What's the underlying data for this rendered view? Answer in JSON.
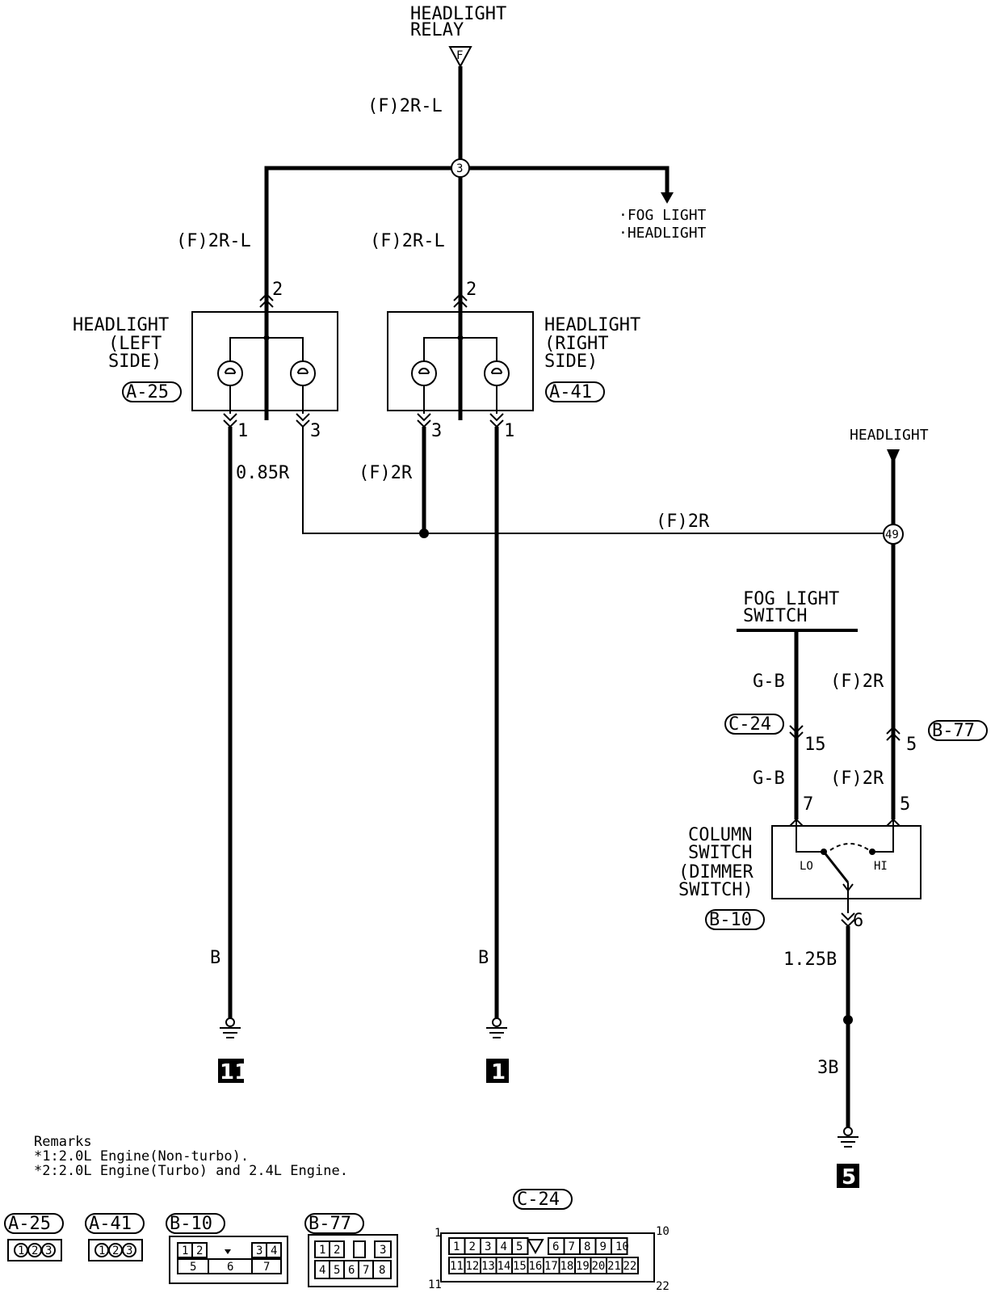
{
  "relay": {
    "line1": "HEADLIGHT",
    "line2": "RELAY",
    "code": "F"
  },
  "junctions": {
    "top": "3",
    "right": "49"
  },
  "fog_headlight": {
    "line1": "·FOG LIGHT",
    "line2": "·HEADLIGHT"
  },
  "headlight_right_feed": "HEADLIGHT",
  "wire_labels": {
    "relay_out": "(F)2R-L",
    "left_feed": "(F)2R-L",
    "right_feed": "(F)2R-L",
    "left_pin1": "0.85R",
    "right_pin3": "(F)2R",
    "cross": "(F)2R",
    "left_ground": "B",
    "right_ground": "B",
    "fog_gb_upper": "G-B",
    "fog_gb_lower": "G-B",
    "f2r_upper": "(F)2R",
    "f2r_lower": "(F)2R",
    "dimmer_out": "1.25B",
    "dimmer_ground": "3B"
  },
  "pins": {
    "left_top": "2",
    "right_top": "2",
    "left_p1": "1",
    "left_p3": "3",
    "right_p3": "3",
    "right_p1": "1",
    "c24_15": "15",
    "b77_5": "5",
    "col_7": "7",
    "col_5": "5",
    "col_6": "6"
  },
  "headlight_left": {
    "title": "HEADLIGHT",
    "sub1": "(LEFT",
    "sub2": "SIDE)",
    "connector": "A-25"
  },
  "headlight_right": {
    "title": "HEADLIGHT",
    "sub1": "(RIGHT",
    "sub2": "SIDE)",
    "connector": "A-41"
  },
  "fog_switch": {
    "line1": "FOG LIGHT",
    "line2": "SWITCH"
  },
  "column_switch": {
    "line1": "COLUMN",
    "line2": "SWITCH",
    "line3": "(DIMMER",
    "line4": "SWITCH)",
    "connector": "B-10",
    "lo": "LO",
    "hi": "HI"
  },
  "connectors": {
    "c24": "C-24",
    "b77": "B-77"
  },
  "grounds": {
    "g11": "11",
    "g1": "1",
    "g5": "5"
  },
  "remarks": {
    "title": "Remarks",
    "note1": "*1:2.0L Engine(Non-turbo).",
    "note2": "*2:2.0L Engine(Turbo) and 2.4L Engine."
  },
  "connector_views": {
    "a25": {
      "label": "A-25",
      "pins": [
        "1",
        "2",
        "3"
      ]
    },
    "a41": {
      "label": "A-41",
      "pins": [
        "1",
        "2",
        "3"
      ]
    },
    "b10": {
      "label": "B-10",
      "top": [
        "1",
        "2",
        "3",
        "4"
      ],
      "bottom": [
        "5",
        "6",
        "7"
      ]
    },
    "b77": {
      "label": "B-77",
      "top": [
        "1",
        "2",
        "3"
      ],
      "bottom": [
        "4",
        "5",
        "6",
        "7",
        "8"
      ]
    },
    "c24": {
      "label": "C-24",
      "top": [
        "1",
        "2",
        "3",
        "4",
        "5",
        "6",
        "7",
        "8",
        "9",
        "10"
      ],
      "bottom": [
        "11",
        "12",
        "13",
        "14",
        "15",
        "16",
        "17",
        "18",
        "19",
        "20",
        "21",
        "22"
      ],
      "corner_tl": "1",
      "corner_tr": "10",
      "corner_bl": "11",
      "corner_br": "22"
    }
  }
}
